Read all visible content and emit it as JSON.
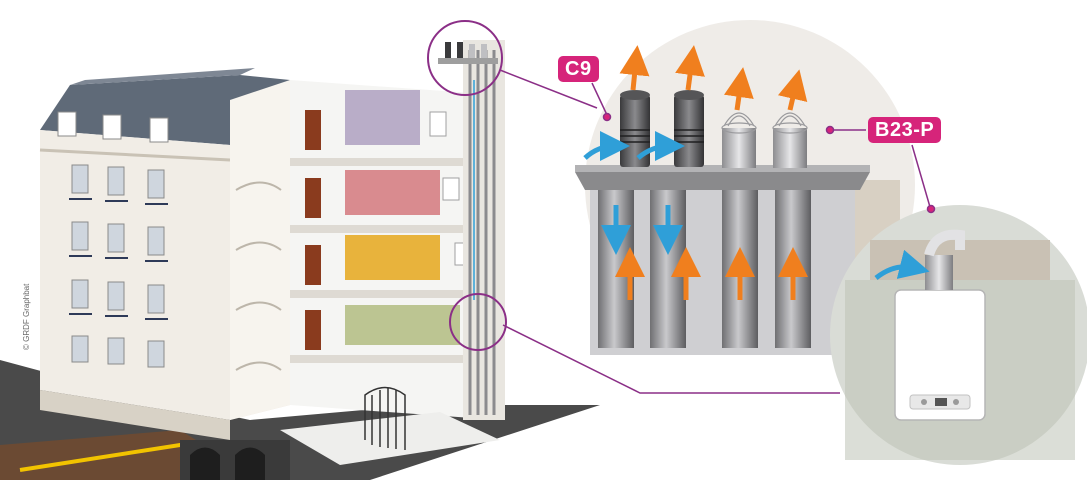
{
  "labels": {
    "c9": "C9",
    "b23p": "B23-P"
  },
  "credit": "© GRDF Graphbat",
  "colors": {
    "label_magenta": "#d6247a",
    "arrow_exhaust": "#f07f1e",
    "arrow_intake": "#2f9fd8",
    "roof": "#5f6a78",
    "facade": "#f1ede6",
    "ground": "#4a4a4a",
    "wall_red": "#d98b8f",
    "wall_yellow": "#e8b33c",
    "wall_green": "#bcc592",
    "wall_purple": "#b9adc8"
  }
}
